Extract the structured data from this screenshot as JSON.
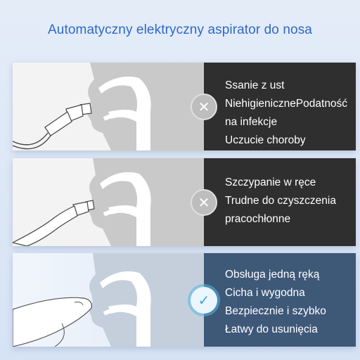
{
  "title": "Automatyczny elektryczny aspirator do nosa",
  "cards": [
    {
      "icon": "close-icon",
      "items": [
        "Ssanie z ust",
        "NiehigienicznePodatność na infekcje",
        "Uczucie choroby"
      ]
    },
    {
      "icon": "close-icon",
      "items": [
        "Szczypanie w ręce",
        "Trudne do czyszczenia",
        "pracochłonne"
      ]
    },
    {
      "icon": "check-icon",
      "items": [
        "Obsługa jedną ręką",
        "Cicha i wygodna",
        "Bezpiecznie i szybko",
        "Łatwy do usunięcia"
      ]
    }
  ],
  "colors": {
    "title": "#2d69c8",
    "dark_panel": "#2f2f2f",
    "blue_panel": "#3e5878",
    "check_accent": "#3aa6dc"
  }
}
